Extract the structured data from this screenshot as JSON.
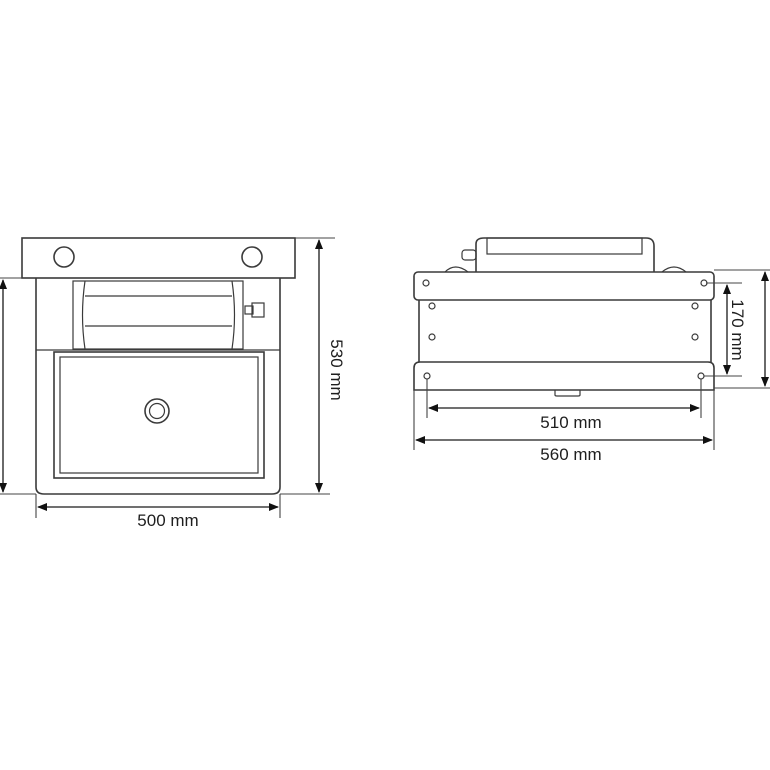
{
  "drawing": {
    "title": "Sink dimension drawing",
    "views": [
      {
        "name": "top-view",
        "description": "Sink with control panel and basin"
      },
      {
        "name": "front-view",
        "description": "Sink front elevation"
      }
    ],
    "dimensions": {
      "top_view_width": "500 mm",
      "top_view_depth": "530 mm",
      "front_view_height": "170 mm",
      "front_view_hole_spacing": "510 mm",
      "front_view_width": "560 mm"
    },
    "colors": {
      "line": "#3a3a3a",
      "background": "#ffffff"
    }
  }
}
